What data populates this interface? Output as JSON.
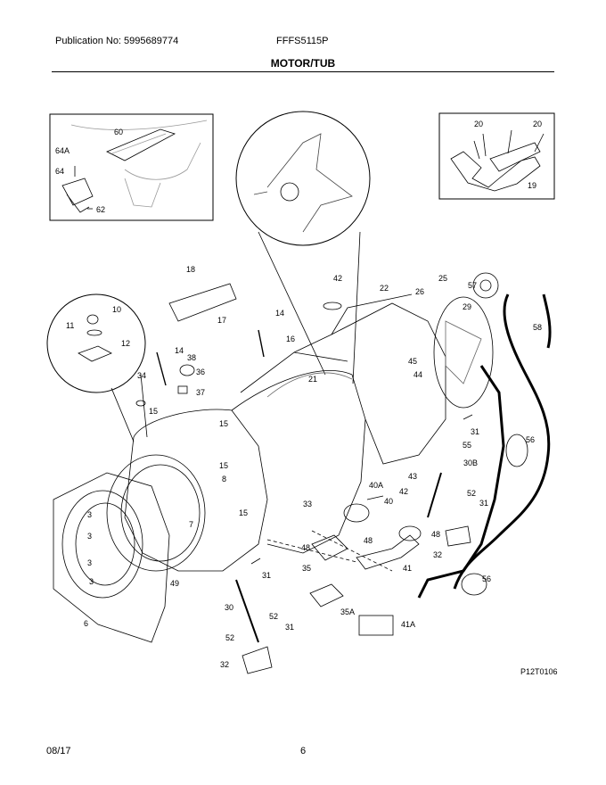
{
  "header": {
    "publication": "Publication No: 5995689774",
    "model": "FFFS5115P",
    "section_title": "MOTOR/TUB"
  },
  "footer": {
    "date": "08/17",
    "page_number": "6",
    "figure_id": "P12T0106"
  },
  "part_labels": [
    "60",
    "64A",
    "64",
    "62",
    "20",
    "20",
    "19",
    "18",
    "17",
    "14",
    "14",
    "10",
    "11",
    "12",
    "38",
    "36",
    "37",
    "34",
    "15",
    "15",
    "15",
    "15",
    "16",
    "21",
    "42",
    "22",
    "26",
    "25",
    "57",
    "29",
    "58",
    "45",
    "44",
    "31",
    "55",
    "56",
    "56",
    "30B",
    "43",
    "42",
    "40A",
    "40",
    "48",
    "52",
    "31",
    "32",
    "33",
    "48",
    "35",
    "48",
    "41",
    "35A",
    "41A",
    "31",
    "30",
    "52",
    "52",
    "31",
    "32",
    "3",
    "3",
    "3",
    "3",
    "7",
    "8",
    "49",
    "6"
  ]
}
